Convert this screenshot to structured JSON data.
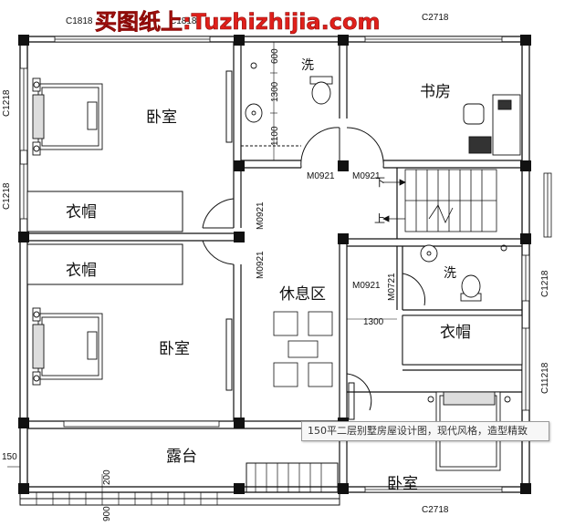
{
  "watermark": "买图纸上:Tuzhizhijia.com",
  "caption": "150平二层别墅房屋设计图，现代风格，造型精致",
  "rooms": {
    "bedroom_top": "卧室",
    "closet_top": "衣帽",
    "closet_mid": "衣帽",
    "bedroom_bottom": "卧室",
    "lounge": "休息区",
    "terrace": "露台",
    "study": "书房",
    "bath_top": "洗",
    "bath_right": "洗",
    "closet_right": "衣帽",
    "bedroom_right": "卧室",
    "stair_down": "下",
    "stair_up": "上"
  },
  "dims": {
    "c1818_a": "C1818",
    "c1818_b": "C1818",
    "c2718_top": "C2718",
    "c2718_bottom": "C2718",
    "c1218_l1": "C1218",
    "c1218_l2": "C1218",
    "c1218_r1": "C1218",
    "c11218": "C11218",
    "m0921_a": "M0921",
    "m0921_b": "M0921",
    "m0921_c": "M0921",
    "m0921_d": "M0921",
    "m0921_e": "M0921",
    "m0721": "M0721",
    "d600": "600",
    "d1300": "1300",
    "d1100": "1100",
    "d1300h": "1300",
    "d150": "150",
    "d200": "200",
    "d900": "900"
  },
  "colors": {
    "wall": "#111111",
    "watermark": "#e0201b"
  }
}
